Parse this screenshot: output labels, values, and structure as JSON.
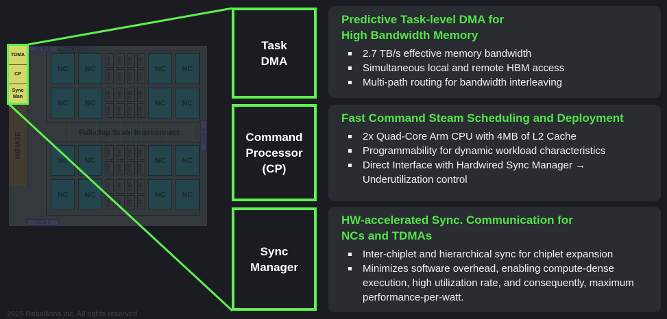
{
  "chip_diagram": {
    "highlight_blocks": [
      "TDMA",
      "CP",
      "Sync\nMan"
    ],
    "hbm_label": "HBM3E",
    "ucie_label": "UCIe-A",
    "pcie_label": "PCIe Gen5",
    "nc_label": "NC",
    "shm_label": "SHM",
    "interconnect_label": "Full-chip Scale Interconnect"
  },
  "label_boxes": [
    {
      "label": "Task\nDMA"
    },
    {
      "label": "Command\nProcessor\n(CP)"
    },
    {
      "label": "Sync\nManager"
    }
  ],
  "panels": [
    {
      "title": "Predictive Task-level DMA for\nHigh Bandwidth Memory",
      "bullets": [
        "2.7 TB/s effective memory bandwidth",
        "Simultaneous local and remote HBM access",
        "Multi-path routing for bandwidth interleaving"
      ]
    },
    {
      "title": "Fast Command Steam Scheduling and Deployment",
      "bullets": [
        "2x Quad-Core Arm CPU with 4MB of L2 Cache",
        "Programmability for dynamic workload characteristics",
        "Direct Interface with Hardwired Sync Manager → Underutilization control"
      ]
    },
    {
      "title": "HW-accelerated Sync. Communication for\nNCs and TDMAs",
      "bullets": [
        "Inter-chiplet and hierarchical sync for chiplet expansion",
        "Minimizes software overhead, enabling compute-dense execution, high utilization rate, and consequently, maximum performance-per-watt."
      ]
    }
  ],
  "colors": {
    "accent_green": "#5ef04f",
    "title_green": "#54e34a",
    "background": "#1b1c21",
    "panel": "#292c30"
  },
  "footer": {
    "copyright": "2025 Rebellions Inc. All rights reserved."
  }
}
